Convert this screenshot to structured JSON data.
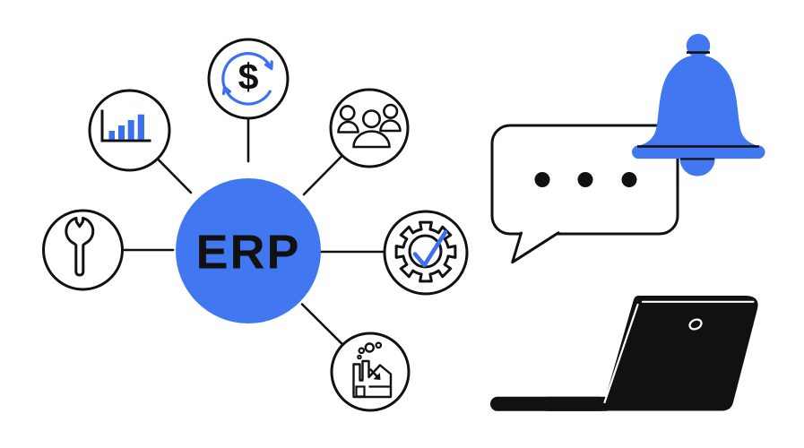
{
  "illustration": {
    "name": "ERP concept illustration",
    "hub": {
      "label": "ERP",
      "fill": "#4277F2",
      "text_color": "#111111"
    },
    "currency_symbol": "$",
    "nodes": [
      {
        "id": "currency-cycle",
        "icon": "dollar-refresh-icon",
        "position": "top"
      },
      {
        "id": "analytics",
        "icon": "bar-chart-icon",
        "position": "upper-left"
      },
      {
        "id": "tools",
        "icon": "wrench-icon",
        "position": "left"
      },
      {
        "id": "team",
        "icon": "people-icon",
        "position": "upper-right"
      },
      {
        "id": "process-approval",
        "icon": "gear-check-icon",
        "position": "right"
      },
      {
        "id": "manufacturing",
        "icon": "factory-icon",
        "position": "lower-right"
      }
    ],
    "colors": {
      "accent_blue": "#4277F2",
      "icon_blue": "#3B70EF",
      "ink": "#111111",
      "background": "#FFFFFF"
    },
    "chat": {
      "dot_count": 3
    },
    "bell": {
      "fill": "#4277F2"
    },
    "laptop": {
      "fill": "#111111"
    }
  }
}
